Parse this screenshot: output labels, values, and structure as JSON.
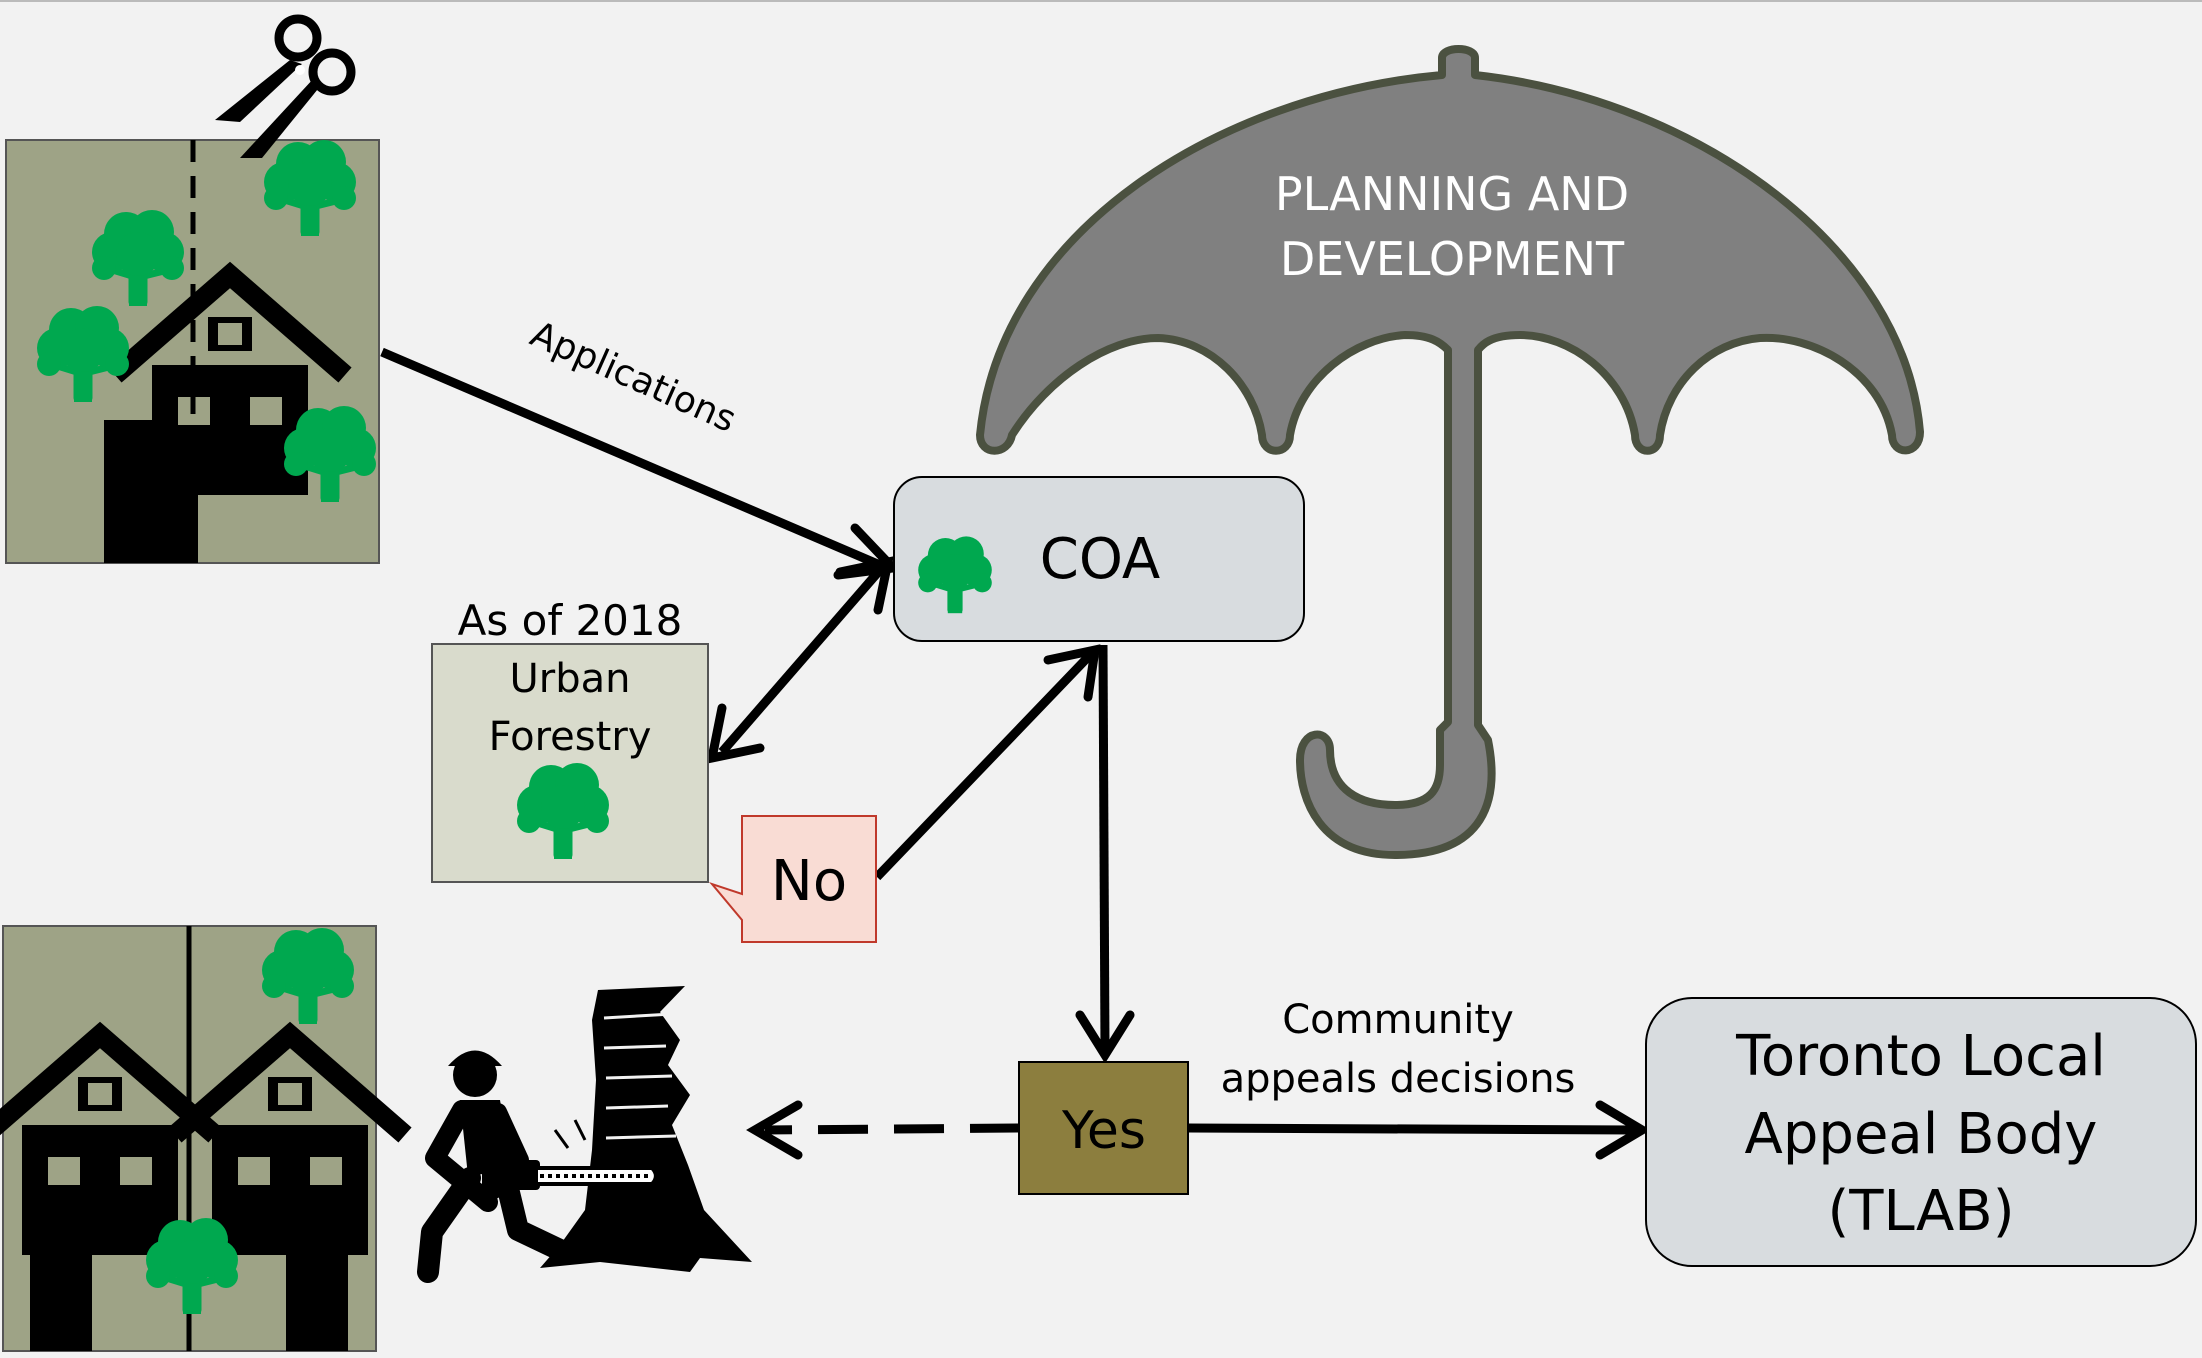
{
  "umbrella": {
    "line1": "PLANNING AND",
    "line2": "DEVELOPMENT"
  },
  "labels": {
    "applications": "Applications",
    "coa": "COA",
    "as_of": "As of 2018",
    "uf_line1": "Urban",
    "uf_line2": "Forestry",
    "no": "No",
    "yes": "Yes",
    "community1": "Community",
    "community2": "appeals decisions",
    "tlab1": "Toronto Local",
    "tlab2": "Appeal Body",
    "tlab3": "(TLAB)"
  },
  "colors": {
    "background": "#f2f2f2",
    "lot": "#9ea386",
    "tree": "#00a84f",
    "umbrella": "#808080",
    "umbrella_outline": "#4b5140",
    "box_fill": "#d8dcdf",
    "uf_fill": "#d9dbcc",
    "no_fill": "#f9dcd4",
    "no_stroke": "#c0392b",
    "yes_fill": "#8c7e3e"
  }
}
